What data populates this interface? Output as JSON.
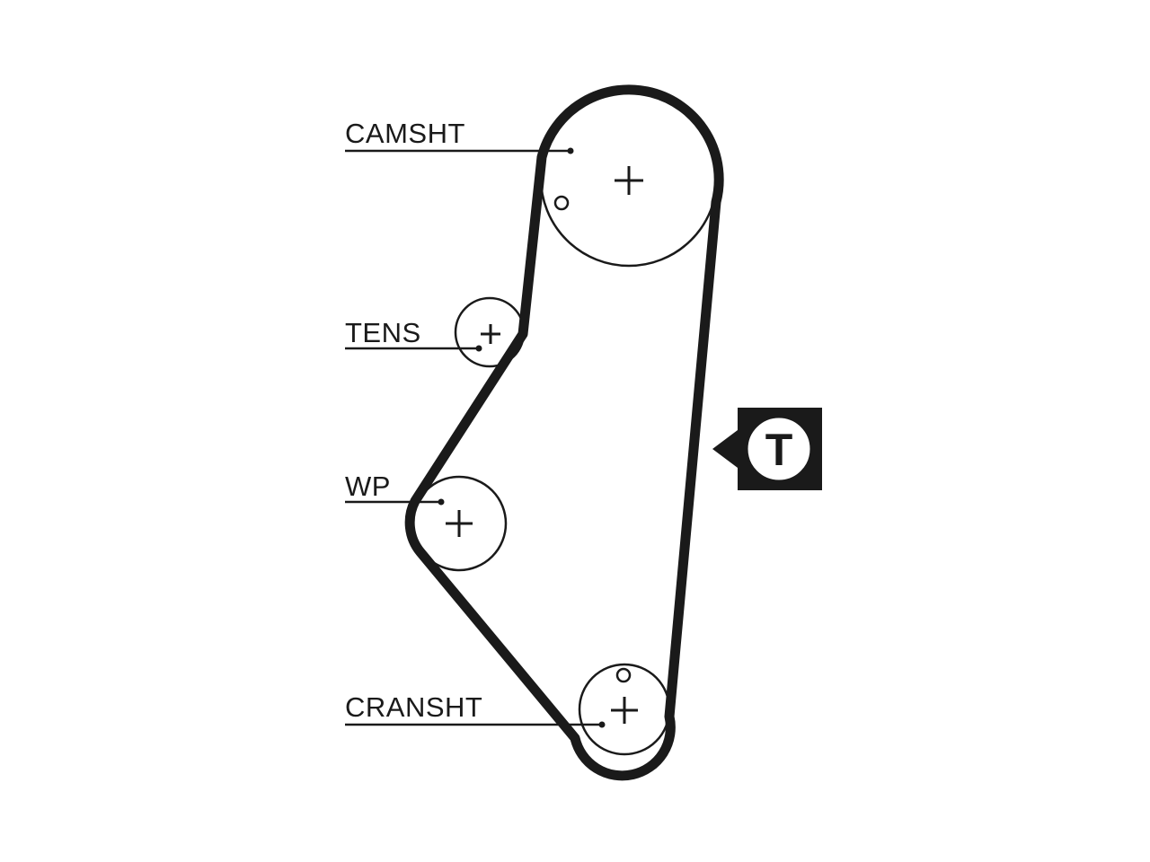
{
  "diagram": {
    "labels": {
      "camshaft": "CAMSHT",
      "tensioner": "TENS",
      "water_pump": "WP",
      "crankshaft": "CRANSHT"
    },
    "tension_marker": {
      "letter": "T"
    },
    "colors": {
      "belt": "#1a1a1a",
      "line": "#1a1a1a",
      "marker_fill": "#1a1a1a",
      "background": "#ffffff"
    }
  }
}
